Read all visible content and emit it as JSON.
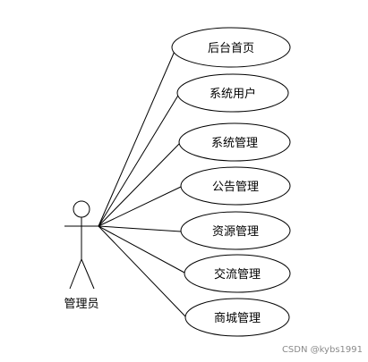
{
  "actor": {
    "label": "管理员"
  },
  "use_cases": [
    {
      "label": "后台首页"
    },
    {
      "label": "系统用户"
    },
    {
      "label": "系统管理"
    },
    {
      "label": "公告管理"
    },
    {
      "label": "资源管理"
    },
    {
      "label": "交流管理"
    },
    {
      "label": "商城管理"
    }
  ],
  "watermark": "CSDN @kybs1991"
}
